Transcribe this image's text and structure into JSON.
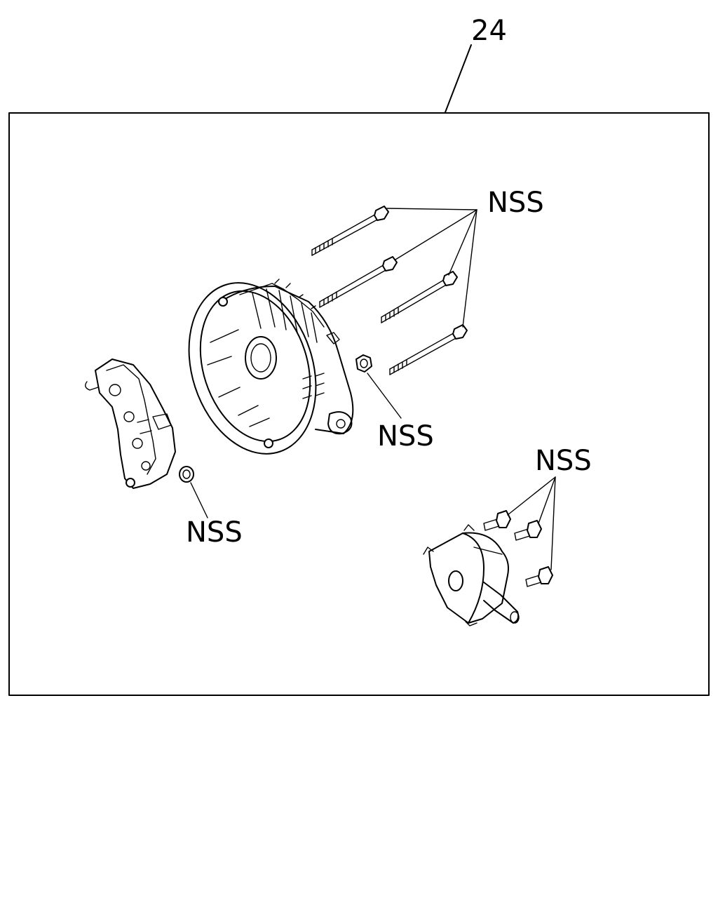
{
  "diagram": {
    "assembly_number": "24",
    "labels": {
      "bolts": "NSS",
      "hex_nut": "NSS",
      "spacer_nut": "NSS",
      "small_bolts": "NSS"
    },
    "colors": {
      "line": "#000000",
      "background": "#ffffff"
    }
  }
}
